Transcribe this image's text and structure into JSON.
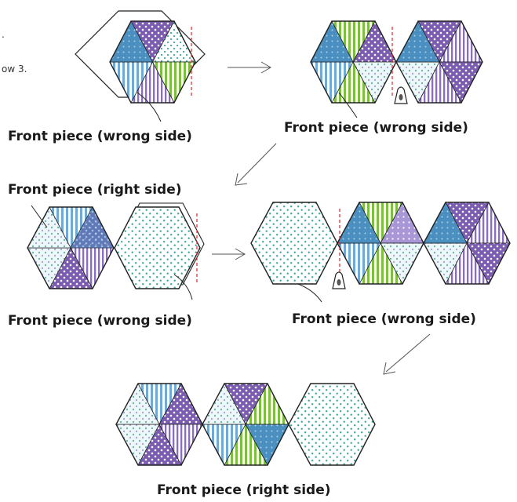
{
  "notes": {
    "fragment_top": ".",
    "fragment_row": "ow 3."
  },
  "labels": {
    "step1": "Front piece (wrong side)",
    "step2": "Front piece (wrong side)",
    "step3_top": "Front piece (right side)",
    "step3_bottom": "Front piece (wrong side)",
    "step4": "Front piece (wrong side)",
    "final": "Front piece (right side)"
  },
  "colors": {
    "purple": "#7b5cb0",
    "lavender": "#b9a6dc",
    "blue": "#4a8fbf",
    "light_blue": "#a9d3ec",
    "green": "#7cbf3c",
    "teal": "#3aa89a",
    "outline": "#222222",
    "seam": "#e0343a"
  },
  "icons": [
    "iron-icon",
    "arrow-icon"
  ]
}
